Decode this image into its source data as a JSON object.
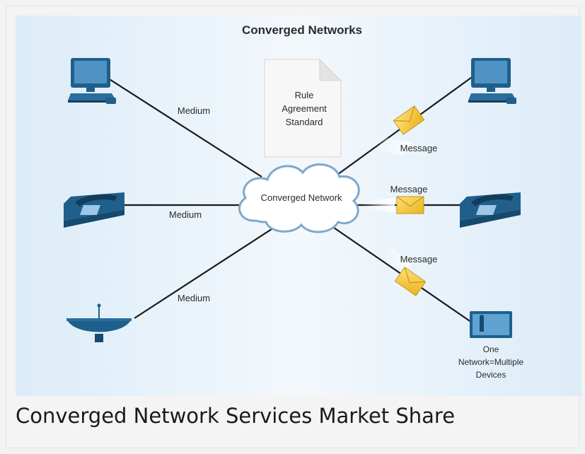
{
  "figure": {
    "title": "Converged Networks",
    "cloud_label": "Converged Network",
    "document_lines": [
      "Rule",
      "Agreement",
      "Standard"
    ],
    "left_links": [
      {
        "device": "computer",
        "label": "Medium"
      },
      {
        "device": "telephone",
        "label": "Medium"
      },
      {
        "device": "satellite-dish",
        "label": "Medium"
      }
    ],
    "right_links": [
      {
        "device": "computer",
        "label": "Message"
      },
      {
        "device": "telephone",
        "label": "Message"
      },
      {
        "device": "television",
        "label": "Message",
        "device_caption": [
          "One",
          "Network=Multiple",
          "Devices"
        ]
      }
    ],
    "colors": {
      "device": "#1f5f8b",
      "envelope": "#f4c430",
      "line": "#1a1a1a"
    }
  },
  "caption": "Converged Network Services Market Share"
}
